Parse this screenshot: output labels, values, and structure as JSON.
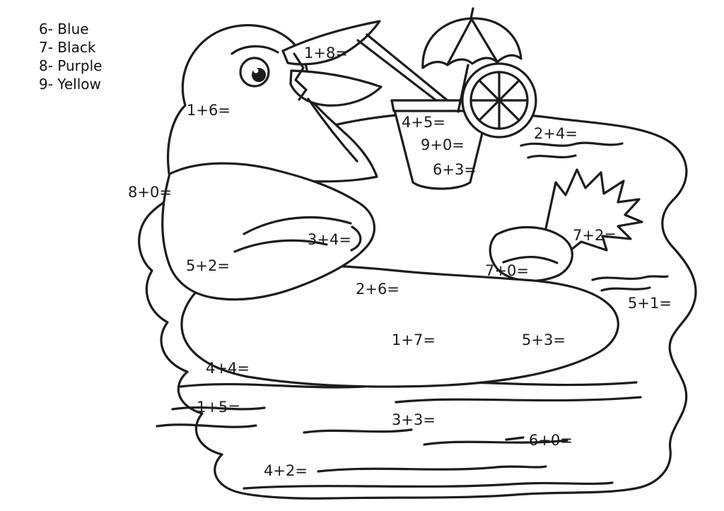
{
  "worksheet": {
    "kind": "math color-by-number coloring page",
    "scene": {
      "subject": "duck relaxing in a pool with a drink",
      "elements": [
        "duck",
        "drink-cup",
        "straw",
        "umbrella",
        "lemon-slice",
        "tail-feathers",
        "duck-foot",
        "pool-water",
        "water-ripples"
      ]
    },
    "colors": {
      "line": "#1c1c1c",
      "background": "#ffffff",
      "text": "#1b1b1b"
    }
  },
  "legend": {
    "items": [
      {
        "number": "6",
        "color": "Blue",
        "text": "6- Blue"
      },
      {
        "number": "7",
        "color": "Black",
        "text": "7- Black"
      },
      {
        "number": "8",
        "color": "Purple",
        "text": "8- Purple"
      },
      {
        "number": "9",
        "color": "Yellow",
        "text": "9- Yellow"
      }
    ]
  },
  "problems": [
    {
      "text": "1+8="
    },
    {
      "text": "1+6="
    },
    {
      "text": "4+5="
    },
    {
      "text": "9+0="
    },
    {
      "text": "2+4="
    },
    {
      "text": "6+3="
    },
    {
      "text": "8+0="
    },
    {
      "text": "3+4="
    },
    {
      "text": "7+2="
    },
    {
      "text": "5+2="
    },
    {
      "text": "7+0="
    },
    {
      "text": "2+6="
    },
    {
      "text": "5+1="
    },
    {
      "text": "1+7="
    },
    {
      "text": "5+3="
    },
    {
      "text": "4+4="
    },
    {
      "text": "1+5="
    },
    {
      "text": "3+3="
    },
    {
      "text": "6+0="
    },
    {
      "text": "4+2="
    }
  ]
}
